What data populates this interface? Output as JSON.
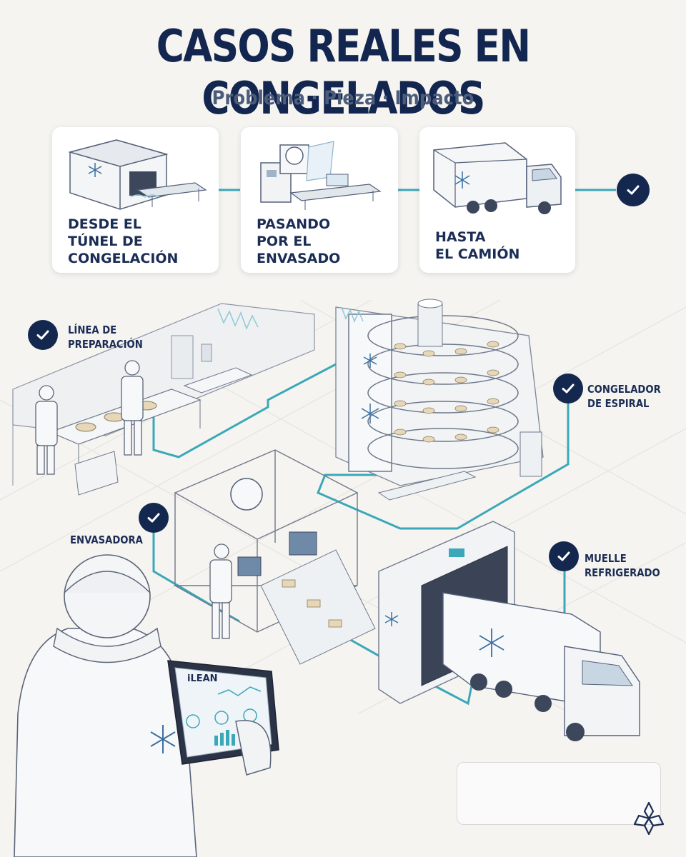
{
  "title": "CASOS REALES EN CONGELADOS",
  "subtitle": "Problema · Pieza · Impacto",
  "cards": [
    {
      "label": "DESDE EL\nTÚNEL DE\nCONGELACIÓN"
    },
    {
      "label": "PASANDO\nPOR EL\nENVASADO"
    },
    {
      "label": "HASTA\nEL CAMIÓN"
    }
  ],
  "stations": [
    {
      "label": "LÍNEA DE\nPREPARACIÓN"
    },
    {
      "label": "CONGELADOR\nDE ESPIRAL"
    },
    {
      "label": "ENVASADORA"
    },
    {
      "label": "MUELLE\nREFRIGERADO"
    }
  ],
  "tablet": {
    "brand": "iLEAN"
  },
  "colors": {
    "navy": "#14284f",
    "teal": "#3aa8b8",
    "ice": "#cfe6ee"
  }
}
